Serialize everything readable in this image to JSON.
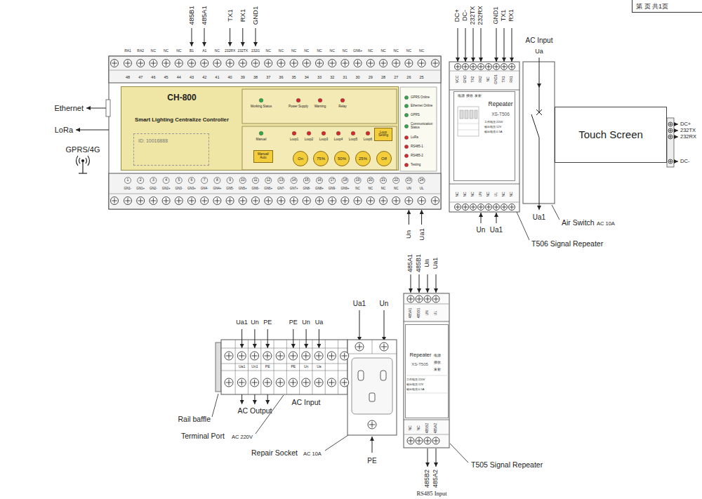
{
  "diagram": {
    "nodes": [
      {
        "text": [
          "第 页 共1页"
        ]
      },
      {
        "text": [
          "CH-800",
          "Smart Lighting Centralize Controller"
        ]
      },
      {
        "text": [
          "ID: 10016888"
        ],
        "in": 1
      },
      {
        "text": [
          "Manual/ Auto"
        ],
        "in": 1
      },
      {
        "text": [
          "On"
        ],
        "in": 1
      },
      {
        "text": [
          "75%"
        ],
        "in": 1
      },
      {
        "text": [
          "50%"
        ],
        "in": 1
      },
      {
        "text": [
          "25%"
        ],
        "in": 1
      },
      {
        "text": [
          "Off"
        ],
        "in": 1
      },
      {
        "text": [
          "Loop Setting"
        ],
        "in": 1
      },
      {
        "text": [
          "Repeater",
          "XS-T506"
        ]
      },
      {
        "text": [
          "Touch Screen"
        ]
      },
      {
        "text": [
          "Repeater",
          "XS-T505"
        ]
      }
    ],
    "labels": [
      "485B1",
      "485A1",
      "TX1",
      "RX1",
      "GND1",
      "RA1",
      "RA2",
      "NC",
      "NC",
      "NC",
      "B1",
      "A1",
      "NC",
      "232RX",
      "232TX",
      "232G",
      "NC",
      "NC",
      "NC",
      "NC",
      "NC",
      "NC",
      "NC",
      "GN6+",
      "NC",
      "NC",
      "NC",
      "NC",
      "NC",
      "48",
      "47",
      "46",
      "45",
      "44",
      "43",
      "42",
      "41",
      "40",
      "39",
      "38",
      "37",
      "36",
      "35",
      "34",
      "33",
      "32",
      "31",
      "30",
      "29",
      "28",
      "27",
      "26",
      "25",
      "1",
      "2",
      "3",
      "4",
      "5",
      "6",
      "7",
      "8",
      "9",
      "10",
      "11",
      "12",
      "13",
      "14",
      "15",
      "16",
      "17",
      "18",
      "19",
      "20",
      "21",
      "22",
      "23",
      "24",
      "GN1-",
      "GN1+",
      "GN2-",
      "GN2+",
      "GN3-",
      "GN3+",
      "GN4-",
      "GN4+",
      "GN5-",
      "GN5+",
      "GN6-",
      "GN6+",
      "GN7-",
      "GN7+",
      "GN8-",
      "GN8+",
      "GN9-",
      "GN9+",
      "NC",
      "NC",
      "NC",
      "NC",
      "UN",
      "UL",
      "Un",
      "Ua1",
      "Ethernet",
      "LoRa",
      "GPRS/4G",
      "Working Status",
      "Power Supply",
      "Warning",
      "Relay",
      "Manual",
      "Loop1",
      "Loop2",
      "Loop3",
      "Loop4",
      "Loop5",
      "Loop6",
      "GPRS Online",
      "Ethernet Online",
      "GPRS",
      "Communication Status",
      "LoRa",
      "RS485-1",
      "RS485-2",
      "Testing",
      "DC+",
      "DC-",
      "232TX",
      "232RX",
      "GND1",
      "TX1",
      "RX1",
      "AC Input",
      "Ua",
      "VCC",
      "GND",
      "TX2",
      "RX2",
      "NC",
      "GND1",
      "TX1",
      "RX1",
      "电源",
      "接收",
      "发射",
      "工作电压:220V",
      "输出电压:12V",
      "输出电流:0.5A",
      "NC",
      "NC",
      "NC",
      "UN",
      "NC",
      "UL",
      "NC",
      "NC",
      "Un",
      "Ua1",
      "Ua1",
      "Air Switch",
      "AC 10A",
      "T506 Signal Repeater",
      "DC+",
      "232TX",
      "232RX",
      "DC-",
      "485A1",
      "485B1",
      "Un",
      "Ua1",
      "Ua1",
      "Un",
      "Ua1",
      "Un",
      "PE",
      "PE",
      "Un",
      "Ua",
      "Ua1",
      "Un1",
      "PE",
      "PE",
      "Un",
      "Ua",
      "AC Output",
      "AC Input",
      "Rail baffle",
      "Terminal Port",
      "AC 220V",
      "Repair Socket",
      "AC 10A",
      "PE",
      "485A1",
      "485B1",
      "UN",
      "UL",
      "电源",
      "接收",
      "发射",
      "工作电压:220V",
      "输出电压:12V",
      "输出电流:0.5A",
      "NC",
      "NC",
      "485B2",
      "485A2",
      "485B2",
      "485A2",
      "RS485 Input",
      "T505 Signal Repeater"
    ]
  }
}
